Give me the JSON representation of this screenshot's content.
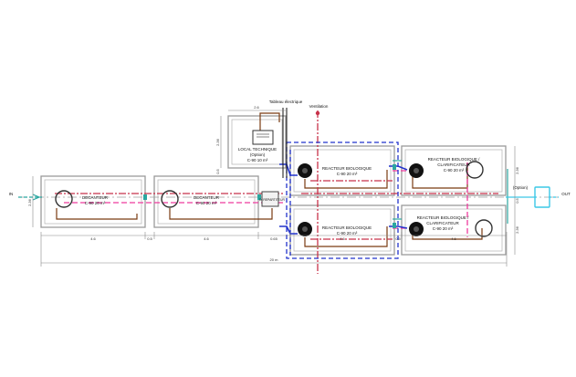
{
  "labels": {
    "electric_panel": "Tableau électrique",
    "ventilation": "Ventilation",
    "technical_room": "LOCAL TECHNIQUE",
    "option_paren": "(Option)",
    "technical_room_volume": "C-90 10 m³",
    "decanter_1_name": "DECANTEUR",
    "decanter_1_volume": "C-90 20 m³",
    "decanter_2_name": "DECANTEUR",
    "decanter_2_volume": "C-90 20 m³",
    "reactor_1_name": "REACTEUR BIOLOGIQUE",
    "reactor_1_volume": "C-90 20 m³",
    "reactor_2_name": "REACTEUR BIOLOGIQUE",
    "reactor_2_volume": "C-90 20 m³",
    "clarifier_1_line1": "REACTEUR BIOLOGIQUE /",
    "clarifier_1_line2": "CLARIFICATEUR",
    "clarifier_1_volume": "C-90 20 m³",
    "clarifier_2_line1": "REACTEUR BIOLOGIQUE /",
    "clarifier_2_line2": "CLARIFICATEUR",
    "clarifier_2_volume": "C-90 20 m³",
    "distribution_box": "DI REPARTITEUR",
    "option_box": "(Option)",
    "in_label": "IN",
    "out_label": "OUT"
  },
  "dimensions": {
    "d_total": "20 m",
    "d_seg1": "4.6",
    "d_seg2": "0.5",
    "d_seg3": "4.6",
    "d_seg4": "0.65",
    "d_seg5": "4.6",
    "d_seg6": "0.5",
    "d_seg7": "4.6",
    "d_left_h": "2.36",
    "d_local_w": "2.6",
    "d_local_h": "2.36",
    "d_local_gap": "0.5",
    "d_right_h1": "2.36",
    "d_right_gap": "0.5",
    "d_right_h2": "2.36"
  },
  "colors": {
    "tank": "#8c8c8c",
    "recirc_pipe": "#7a3b12",
    "air_line": "#c8324a",
    "sludge_line": "#ee3b9e",
    "treated_line": "#2aa7a0",
    "aeration_blue": "#2233cc",
    "outlet_cyan": "#3cc8e6",
    "grey_dashdot": "#9a9a9a"
  }
}
